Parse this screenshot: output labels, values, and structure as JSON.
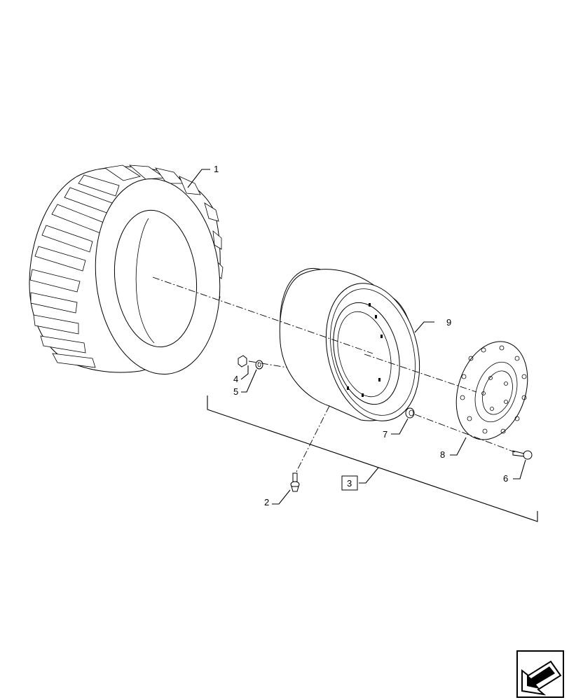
{
  "callouts": {
    "c1": "1",
    "c2": "2",
    "c3": "3",
    "c4": "4",
    "c5": "5",
    "c6": "6",
    "c7": "7",
    "c8": "8",
    "c9": "9"
  },
  "nav_icon": "back-arrow-icon"
}
